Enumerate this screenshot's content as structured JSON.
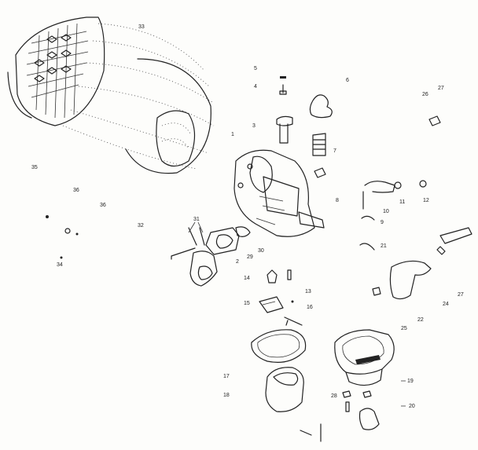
{
  "diagram": {
    "labels": [
      {
        "id": "33",
        "text": "33"
      },
      {
        "id": "5",
        "text": "5"
      },
      {
        "id": "4",
        "text": "4"
      },
      {
        "id": "6",
        "text": "6"
      },
      {
        "id": "26",
        "text": "26"
      },
      {
        "id": "27a",
        "text": "27"
      },
      {
        "id": "1",
        "text": "1"
      },
      {
        "id": "3",
        "text": "3"
      },
      {
        "id": "7",
        "text": "7"
      },
      {
        "id": "35",
        "text": "35"
      },
      {
        "id": "36a",
        "text": "36"
      },
      {
        "id": "36b",
        "text": "36"
      },
      {
        "id": "8",
        "text": "8"
      },
      {
        "id": "10",
        "text": "10"
      },
      {
        "id": "11",
        "text": "11"
      },
      {
        "id": "12",
        "text": "12"
      },
      {
        "id": "9",
        "text": "9"
      },
      {
        "id": "31",
        "text": "31"
      },
      {
        "id": "32",
        "text": "32"
      },
      {
        "id": "21",
        "text": "21"
      },
      {
        "id": "2",
        "text": "2"
      },
      {
        "id": "29",
        "text": "29"
      },
      {
        "id": "30",
        "text": "30"
      },
      {
        "id": "34",
        "text": "34"
      },
      {
        "id": "14",
        "text": "14"
      },
      {
        "id": "13",
        "text": "13"
      },
      {
        "id": "15",
        "text": "15"
      },
      {
        "id": "16",
        "text": "16"
      },
      {
        "id": "24",
        "text": "24"
      },
      {
        "id": "27b",
        "text": "27"
      },
      {
        "id": "22",
        "text": "22"
      },
      {
        "id": "25",
        "text": "25"
      },
      {
        "id": "17",
        "text": "17"
      },
      {
        "id": "18",
        "text": "18"
      },
      {
        "id": "19",
        "text": "19"
      },
      {
        "id": "28",
        "text": "28"
      },
      {
        "id": "20",
        "text": "20"
      }
    ]
  }
}
